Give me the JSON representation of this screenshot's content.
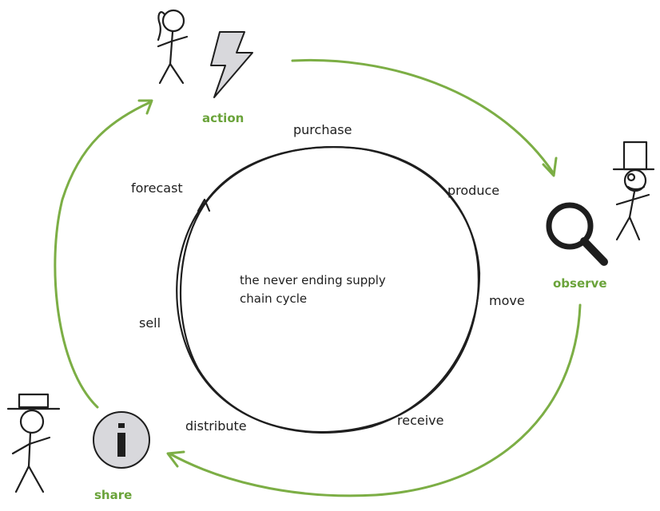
{
  "center": {
    "line1": "the never ending supply",
    "line2": "chain cycle"
  },
  "cycle_steps": {
    "purchase": "purchase",
    "produce": "produce",
    "move": "move",
    "receive": "receive",
    "distribute": "distribute",
    "sell": "sell",
    "forecast": "forecast"
  },
  "outer_stages": {
    "action": "action",
    "observe": "observe",
    "share": "share"
  },
  "colors": {
    "ink": "#1e1e1e",
    "accent_green": "#6aa33a",
    "icon_gray": "#d8d8dc"
  }
}
